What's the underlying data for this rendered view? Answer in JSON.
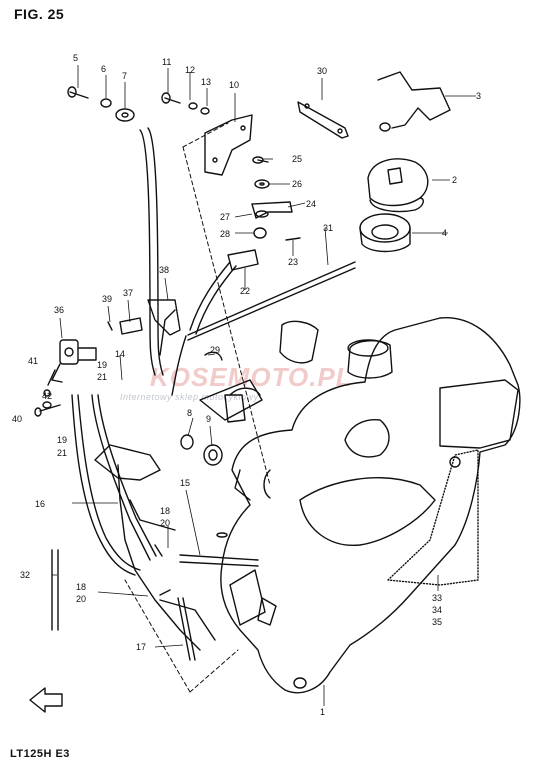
{
  "figure_title": "FIG. 25",
  "model_code": "LT125H E3",
  "watermark": {
    "main": "KOSEMOTO.PL",
    "sub": "Internetowy sklep motocyklowy"
  },
  "callouts": [
    "1",
    "2",
    "3",
    "4",
    "5",
    "6",
    "7",
    "8",
    "9",
    "10",
    "11",
    "12",
    "13",
    "14",
    "15",
    "16",
    "17",
    "18",
    "19",
    "20",
    "21",
    "22",
    "23",
    "24",
    "25",
    "26",
    "27",
    "28",
    "29",
    "30",
    "31",
    "32",
    "33",
    "34",
    "35",
    "36",
    "37",
    "38",
    "39",
    "40",
    "41",
    "42"
  ],
  "grouped_callouts": {
    "a": [
      "18",
      "20"
    ],
    "b": [
      "19",
      "21"
    ],
    "c": [
      "33",
      "34",
      "35"
    ],
    "d": [
      "18",
      "20"
    ],
    "e": [
      "19",
      "21"
    ]
  },
  "colors": {
    "line": "#111111",
    "watermark": "#e7a0a0"
  }
}
